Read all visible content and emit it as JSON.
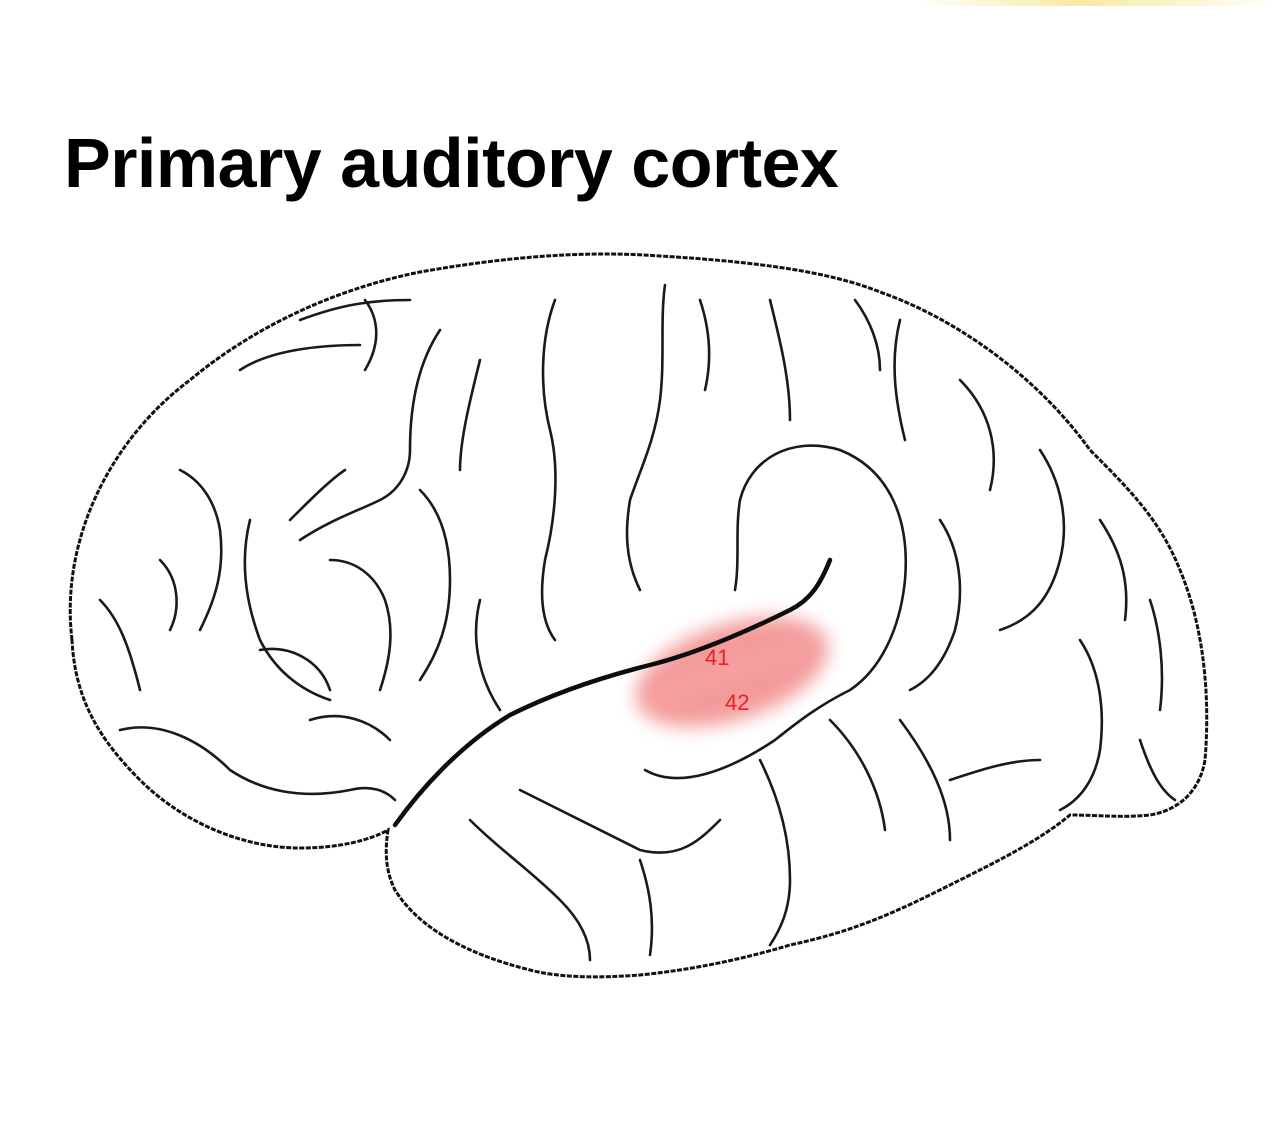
{
  "title": "Primary auditory cortex",
  "diagram": {
    "subject": "Lateral view of left cerebral hemisphere",
    "highlight": {
      "region": "primary auditory cortex",
      "color": "#f28a8a",
      "labels": [
        "41",
        "42"
      ],
      "label_color": "#e8202a"
    },
    "line_color": "#111111",
    "background": "#ffffff"
  },
  "colors": {
    "top_strip": "#f6e9a6"
  }
}
